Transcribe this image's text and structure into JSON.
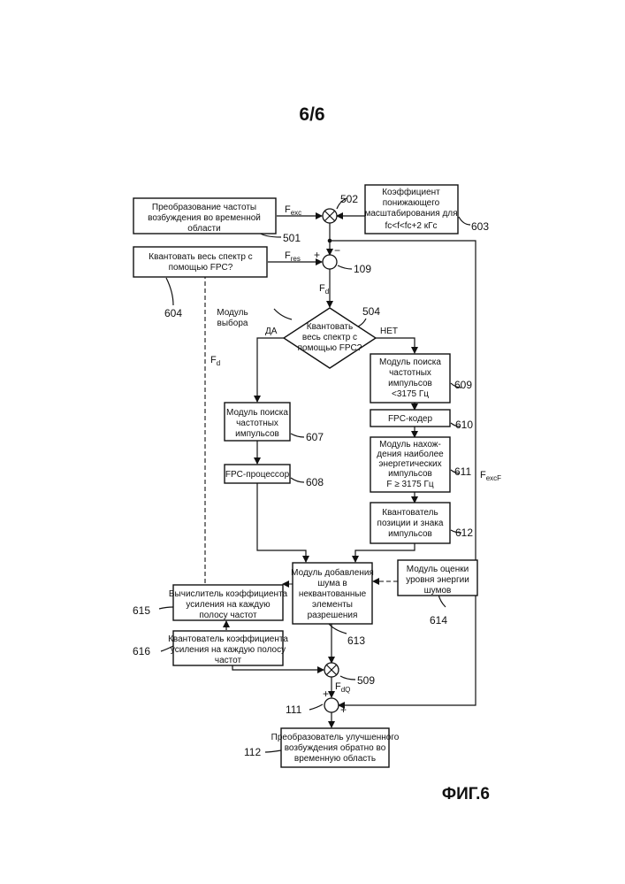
{
  "page": {
    "sheet": "6/6",
    "figure": "ФИГ.6"
  },
  "blocks": {
    "b501": {
      "lines": [
        "Преобразование частоты",
        "возбуждения во временной",
        "области"
      ],
      "ref": "501"
    },
    "b603": {
      "lines": [
        "Коэффициент",
        "понижающего",
        "масштабирования для"
      ],
      "formula": "fc<f<fc+2 кГс",
      "ref": "603"
    },
    "b604": {
      "lines": [
        "Квантовать весь спектр с",
        "помощью FPC?"
      ],
      "ref": "604"
    },
    "b504": {
      "lines": [
        "Квантовать",
        "весь спектр с",
        "помощью FPC?"
      ],
      "ref": "504",
      "module_label": [
        "Модуль",
        "выбора"
      ],
      "yes": "ДА",
      "no": "НЕТ"
    },
    "b607": {
      "lines": [
        "Модуль поиска",
        "частотных",
        "импульсов"
      ],
      "ref": "607"
    },
    "b608": {
      "lines": [
        "FPC-процессор"
      ],
      "ref": "608"
    },
    "b609": {
      "lines": [
        "Модуль поиска",
        "частотных",
        "импульсов",
        "<3175 Гц"
      ],
      "ref": "609"
    },
    "b610": {
      "lines": [
        "FPC-кодер"
      ],
      "ref": "610"
    },
    "b611": {
      "lines": [
        "Модуль нахож-",
        "дения наиболее",
        "энергетических",
        "импульсов",
        "F ≥ 3175 Гц"
      ],
      "ref": "611"
    },
    "b612": {
      "lines": [
        "Квантователь",
        "позиции и знака",
        "импульсов"
      ],
      "ref": "612"
    },
    "b613": {
      "lines": [
        "Модуль добавления",
        "шума в",
        "неквантованные",
        "элементы",
        "разрешения"
      ],
      "ref": "613"
    },
    "b614": {
      "lines": [
        "Модуль оценки",
        "уровня энергии",
        "шумов"
      ],
      "ref": "614"
    },
    "b615": {
      "lines": [
        "Вычислитель коэффициента",
        "усиления на каждую",
        "полосу частот"
      ],
      "ref": "615"
    },
    "b616": {
      "lines": [
        "Квантователь коэффициента",
        "усиления на каждую полосу",
        "частот"
      ],
      "ref": "616"
    },
    "b112": {
      "lines": [
        "Преобразователь улучшенного",
        "возбуждения обратно во",
        "временную область"
      ],
      "ref": "112"
    }
  },
  "nodes": {
    "n502": "502",
    "n109": "109",
    "n509": "509",
    "n111": "111"
  },
  "signals": {
    "fexc": "Fexc",
    "fres": "Fres",
    "fd": "Fd",
    "fd_left": "Fd",
    "fdq": "FdQ",
    "fexcf": "FexcF"
  },
  "signs": {
    "plus": "+",
    "minus": "−"
  }
}
